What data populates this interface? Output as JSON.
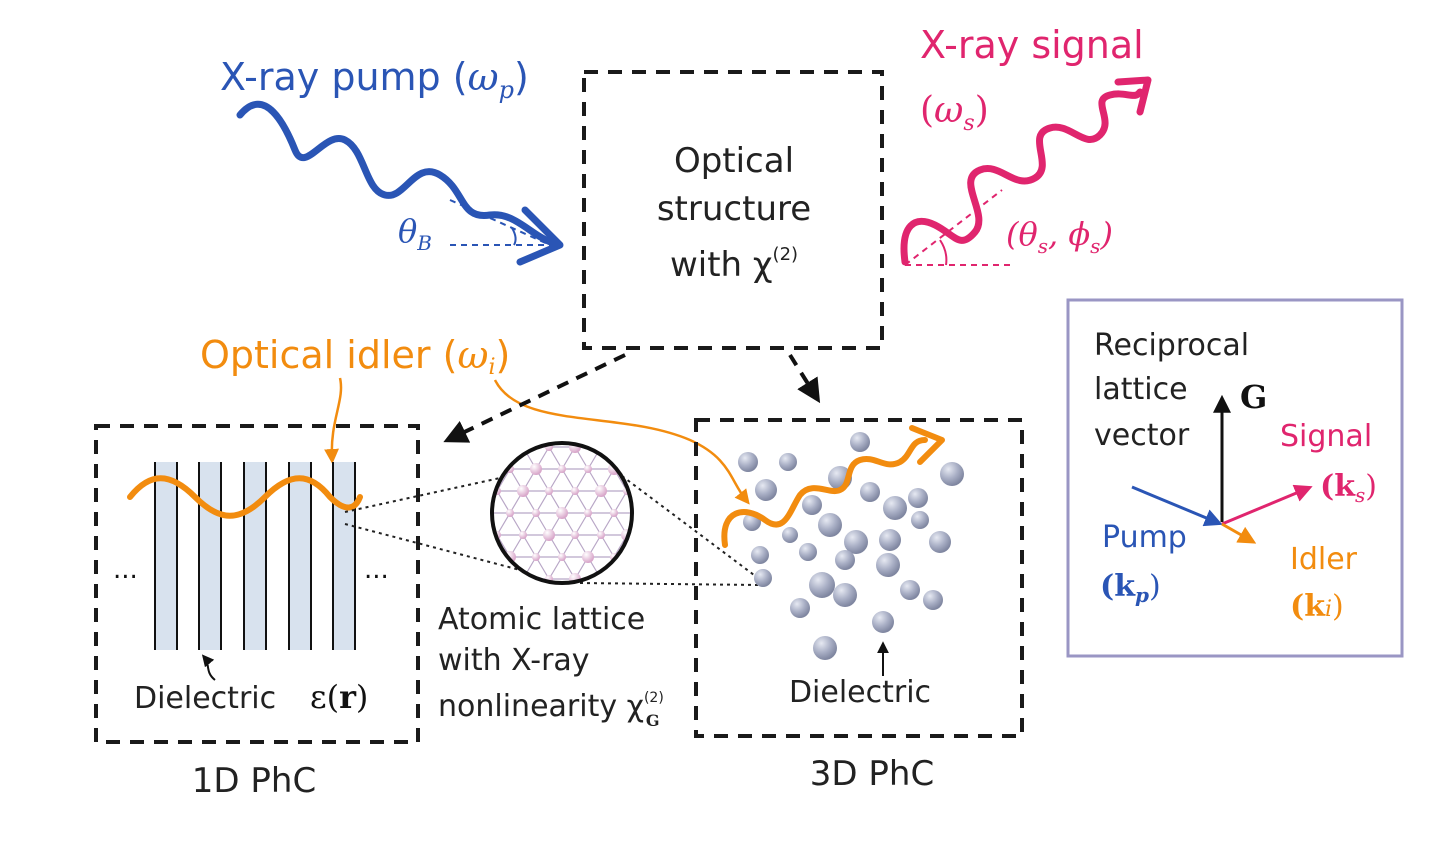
{
  "colors": {
    "pump": "#2a55b5",
    "signal": "#e0256e",
    "idler": "#f28c0f",
    "ink": "#1a1a1a",
    "layer_fill": "#d8e2ee",
    "sphere": "#aab0c6",
    "legend_border": "#9a96c4"
  },
  "pump": {
    "label": "X-ray pump (",
    "freq": "ω",
    "freq_sub": "p",
    "close": ")",
    "angle": "θ",
    "angle_sub": "B"
  },
  "signal": {
    "label": "X-ray signal",
    "freq_open": "(",
    "freq": "ω",
    "freq_sub": "s",
    "freq_close": ")",
    "angle_text": "(θ",
    "angle_sub1": "s",
    "angle_mid": ", ϕ",
    "angle_sub2": "s",
    "angle_close": ")"
  },
  "structure": {
    "line1": "Optical",
    "line2": "structure",
    "line3": "with χ",
    "sup": "(2)"
  },
  "idler": {
    "label": "Optical idler (",
    "freq": "ω",
    "freq_sub": "i",
    "close": ")"
  },
  "phc1d": {
    "caption": "1D PhC",
    "dielectric": "Dielectric",
    "epsilon": "ε(",
    "r": "r",
    "close": ")",
    "dots": "..."
  },
  "phc3d": {
    "caption": "3D PhC",
    "dielectric": "Dielectric"
  },
  "atomic": {
    "line1": "Atomic lattice",
    "line2": "with X-ray",
    "line3": "nonlinearity χ",
    "sup": "(2)",
    "sub": "G"
  },
  "legend": {
    "title1": "Reciprocal",
    "title2": "lattice",
    "title3": "vector",
    "g": "G",
    "signal": "Signal",
    "signal_k": "(k",
    "signal_sub": "s",
    "signal_close": ")",
    "pump": "Pump",
    "pump_k": "(k",
    "pump_sub": "p",
    "pump_close": ")",
    "idler": "Idler",
    "idler_k": "(k",
    "idler_sub": "i",
    "idler_close": ")"
  }
}
